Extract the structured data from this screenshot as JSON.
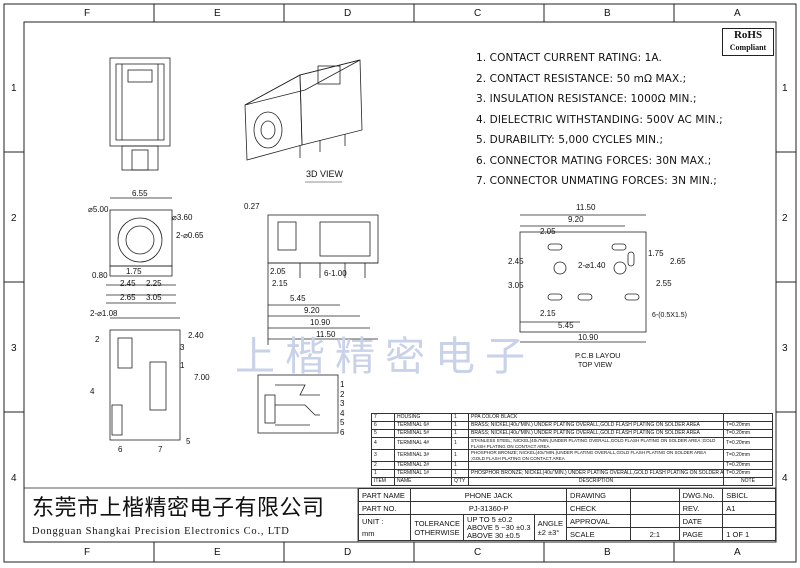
{
  "border": {
    "columns": [
      "F",
      "E",
      "D",
      "C",
      "B",
      "A"
    ],
    "rows": [
      "1",
      "2",
      "3",
      "4"
    ]
  },
  "rohs": {
    "line1": "RoHS",
    "line2": "Compliant"
  },
  "specs": [
    "1. CONTACT CURRENT RATING: 1A.",
    "2. CONTACT RESISTANCE: 50 mΩ MAX.;",
    "3. INSULATION RESISTANCE: 1000Ω MIN.;",
    "4. DIELECTRIC WITHSTANDING: 500V AC MIN.;",
    "5. DURABILITY: 5,000 CYCLES MIN.;",
    "6. CONNECTOR MATING FORCES: 30N    MAX.;",
    "7. CONNECTOR UNMATING FORCES: 3N MIN.;"
  ],
  "views": {
    "three_d": "3D VIEW",
    "pcb_title": "P.C.B LAYOU",
    "pcb_sub": "TOP VIEW"
  },
  "dims": {
    "front": [
      "6.55",
      "⌀5.00",
      "⌀3.60",
      "2-⌀0.65",
      "0.80",
      "1.75",
      "2.45",
      "2.65",
      "3.05",
      "2.25"
    ],
    "side": [
      "0.27",
      "2.05",
      "2.15",
      "6-1.00",
      "5.45",
      "9.20",
      "10.90",
      "11.50"
    ],
    "pcb": [
      "11.50",
      "9.20",
      "2.05",
      "2.45",
      "2-⌀1.40",
      "1.75",
      "2.65",
      "3.05",
      "2.55",
      "2.15",
      "5.45",
      "10.90",
      "6-(0.5X1.5)"
    ],
    "bottom": [
      "2-⌀1.08",
      "2.40",
      "7.00"
    ],
    "pin_numbers": [
      "1",
      "2",
      "3",
      "4",
      "5",
      "6"
    ],
    "callouts": [
      "2",
      "3",
      "1",
      "4",
      "6",
      "7",
      "5"
    ]
  },
  "bom": {
    "rows": [
      {
        "item": "7",
        "name": "HOUSING",
        "qty": "1",
        "desc": "PPA   COLOR BLACK",
        "note": ""
      },
      {
        "item": "6",
        "name": "TERMINAL 6#",
        "qty": "1",
        "desc": "BRASS; NICKEL(40u\"MIN.) UNDER PLATING OVERALL,GOLD FLASH PLATING ON SOLDER AREA",
        "note": "T=0.20mm"
      },
      {
        "item": "5",
        "name": "TERMINAL 5#",
        "qty": "1",
        "desc": "BRASS; NICKEL(40u\"MIN.) UNDER PLATING OVERALL,GOLD FLASH PLATING ON SOLDER AREA",
        "note": "T=0.20mm"
      },
      {
        "item": "4",
        "name": "TERMINAL 4#",
        "qty": "1",
        "desc": "STAINLESS STEEL; NICKEL(40u\"MIN.)UNDER PLATING OVERALL,GOLD FLASH PLATING ON SOLDER AREA ;GOLD FLASH PLATING ON CONTACT AREA",
        "note": "T=0.20mm"
      },
      {
        "item": "3",
        "name": "TERMINAL 3#",
        "qty": "1",
        "desc": "PHOSPHOR BRONZE; NICKEL(40u\"MIN.)UNDER PLATING OVERALL,GOLD FLASH PLATING ON SOLDER AREA ;GOLD FLASH PLATING ON CONTACT AREA",
        "note": "T=0.20mm"
      },
      {
        "item": "2",
        "name": "TERMINAL 2#",
        "qty": "1",
        "desc": "",
        "note": "T=0.20mm"
      },
      {
        "item": "1",
        "name": "TERMINAL 1#",
        "qty": "1",
        "desc": "PHOSPHOR BRONZE; NICKEL(40u\"MIN.) UNDER PLATING OVERALL,GOLD FLASH PLATING ON SOLDER AREA",
        "note": "T=0.20mm"
      }
    ],
    "header": {
      "item": "ITEM",
      "name": "NAME",
      "qty": "Q'TY",
      "desc": "DESCRIPTION",
      "note": "NOTE"
    }
  },
  "titleblock": {
    "company_cn": "东莞市上楷精密电子有限公司",
    "company_en": "Dongguan Shangkai Precision Electronics Co., LTD",
    "watermark": "上楷精密电子",
    "part_name_label": "PART NAME",
    "part_name": "PHONE JACK",
    "part_no_label": "PART NO.",
    "part_no": "PJ-31360-P",
    "unit_label": "UNIT :",
    "unit": "mm",
    "tolerance_label": "TOLERANCE",
    "otherwise_label": "OTHERWISE",
    "tol_rows": [
      {
        "range": "UP TO 5",
        "val": "±0.2"
      },
      {
        "range": "ABOVE 5 ~30",
        "val": "±0.3"
      },
      {
        "range": "ABOVE 30",
        "val": "±0.5"
      }
    ],
    "angle_label": "ANGLE",
    "angle_tol": "±3°",
    "angle_val": "±2",
    "drawing_label": "DRAWING",
    "check_label": "CHECK",
    "approval_label": "APPROVAL",
    "scale_label": "SCALE",
    "scale": "2:1",
    "dwg_label": "DWG.No.",
    "dwg": "SBICL",
    "rev_label": "REV.",
    "rev": "A1",
    "date_label": "DATE",
    "page_label": "PAGE",
    "page": "1 OF 1"
  }
}
